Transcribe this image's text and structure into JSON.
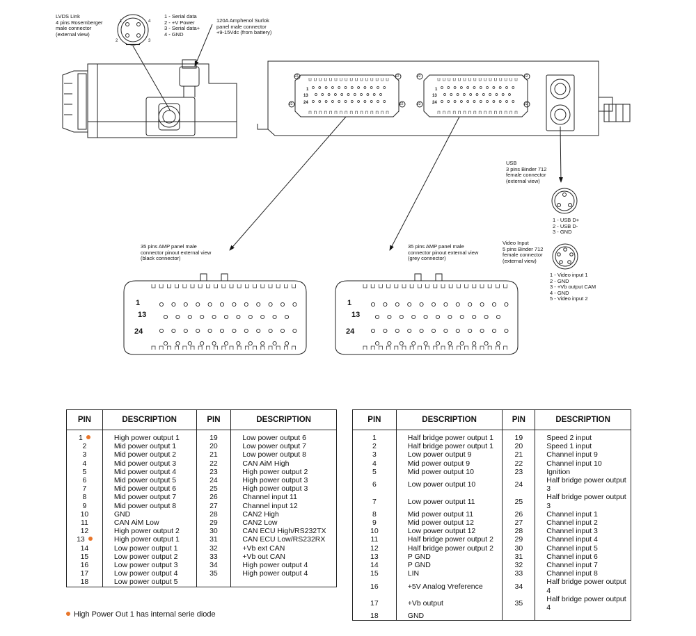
{
  "labels": {
    "lvds": "LVDS Link\n4 pins Rosemberger\nmale connector\n(external view)",
    "lvds_pins": "1 - Serial data\n2 - +V Power\n3 - Serial data+\n4 - GND",
    "lvds_pin_numbers": [
      "1",
      "2",
      "3",
      "4"
    ],
    "power": "120A Amphenol Surlok\npanel male connector\n+9-15Vdc (from battery)",
    "usb": "USB\n3 pins Binder 712\nfemale connector\n(external view)",
    "usb_pins": "1 - USB D+\n2 - USB D-\n3 - GND",
    "video": "Video Input\n5 pins Binder 712\nfemale connector\n(external view)",
    "video_pins": "1 - Video input 1\n2 - GND\n3 - +Vb output CAM\n4 - GND\n5 - Video input 2",
    "amp_black": "35 pins AMP panel male\nconnector pinout external view\n(black connector)",
    "amp_grey": "35 pins AMP panel male\nconnector pinout external view\n(grey connector)",
    "row_numbers": [
      "1",
      "13",
      "24"
    ],
    "mounting_hole": "22"
  },
  "tables": {
    "header_pin": "PIN",
    "header_desc": "DESCRIPTION",
    "black": {
      "left": [
        [
          "1",
          "High power output 1",
          true
        ],
        [
          "2",
          "Mid power output 1",
          false
        ],
        [
          "3",
          "Mid power output 2",
          false
        ],
        [
          "4",
          "Mid power output 3",
          false
        ],
        [
          "5",
          "Mid power output 4",
          false
        ],
        [
          "6",
          "Mid power output 5",
          false
        ],
        [
          "7",
          "Mid power output 6",
          false
        ],
        [
          "8",
          "Mid power output 7",
          false
        ],
        [
          "9",
          "Mid power output 8",
          false
        ],
        [
          "10",
          "GND",
          false
        ],
        [
          "11",
          "CAN AiM Low",
          false
        ],
        [
          "12",
          "High power output 2",
          false
        ],
        [
          "13",
          "High power output 1",
          true
        ],
        [
          "14",
          "Low power output 1",
          false
        ],
        [
          "15",
          "Low power output 2",
          false
        ],
        [
          "16",
          "Low power output 3",
          false
        ],
        [
          "17",
          "Low power output 4",
          false
        ],
        [
          "18",
          "Low power output 5",
          false
        ]
      ],
      "right": [
        [
          "19",
          "Low power output 6"
        ],
        [
          "20",
          "Low power output 7"
        ],
        [
          "21",
          "Low power output 8"
        ],
        [
          "22",
          "CAN AiM High"
        ],
        [
          "23",
          "High power output 2"
        ],
        [
          "24",
          "High power output 3"
        ],
        [
          "25",
          "High power output 3"
        ],
        [
          "26",
          "Channel input 11"
        ],
        [
          "27",
          "Channel input 12"
        ],
        [
          "28",
          "CAN2 High"
        ],
        [
          "29",
          "CAN2 Low"
        ],
        [
          "30",
          "CAN ECU High/RS232TX"
        ],
        [
          "31",
          "CAN ECU Low/RS232RX"
        ],
        [
          "32",
          "+Vb ext CAN"
        ],
        [
          "33",
          "+Vb out CAN"
        ],
        [
          "34",
          "High power output 4"
        ],
        [
          "35",
          "High power output 4"
        ]
      ]
    },
    "grey": {
      "left": [
        [
          "1",
          "Half bridge power output 1",
          false
        ],
        [
          "2",
          "Half bridge power output 1",
          false
        ],
        [
          "3",
          "Low power output 9",
          false
        ],
        [
          "4",
          "Mid power output 9",
          false
        ],
        [
          "5",
          "Mid power output 10",
          false
        ],
        [
          "6",
          "Low power output 10",
          false
        ],
        [
          "7",
          "Low power output 11",
          false
        ],
        [
          "8",
          "Mid power output 11",
          false
        ],
        [
          "9",
          "Mid power output 12",
          false
        ],
        [
          "10",
          "Low power output 12",
          false
        ],
        [
          "11",
          "Half bridge power output 2",
          false
        ],
        [
          "12",
          "Half bridge power output 2",
          false
        ],
        [
          "13",
          "P GND",
          false
        ],
        [
          "14",
          "P GND",
          false
        ],
        [
          "15",
          "LIN",
          false
        ],
        [
          "16",
          "+5V Analog Vreference",
          false
        ],
        [
          "17",
          "+Vb output",
          false
        ],
        [
          "18",
          "GND",
          false
        ]
      ],
      "right": [
        [
          "19",
          "Speed 2 input"
        ],
        [
          "20",
          "Speed 1 input"
        ],
        [
          "21",
          "Channel input 9"
        ],
        [
          "22",
          "Channel input 10"
        ],
        [
          "23",
          "Ignition"
        ],
        [
          "24",
          "Half bridge power output 3"
        ],
        [
          "25",
          "Half bridge power output 3"
        ],
        [
          "26",
          "Channel input 1"
        ],
        [
          "27",
          "Channel input 2"
        ],
        [
          "28",
          "Channel input 3"
        ],
        [
          "29",
          "Channel input 4"
        ],
        [
          "30",
          "Channel input 5"
        ],
        [
          "31",
          "Channel input 6"
        ],
        [
          "32",
          "Channel input 7"
        ],
        [
          "33",
          "Channel input 8"
        ],
        [
          "34",
          "Half bridge power output 4"
        ],
        [
          "35",
          "Half bridge power output 4"
        ]
      ]
    }
  },
  "note": "High Power Out 1 has internal serie diode",
  "colors": {
    "marker": "#e8752a",
    "line": "#222222"
  }
}
